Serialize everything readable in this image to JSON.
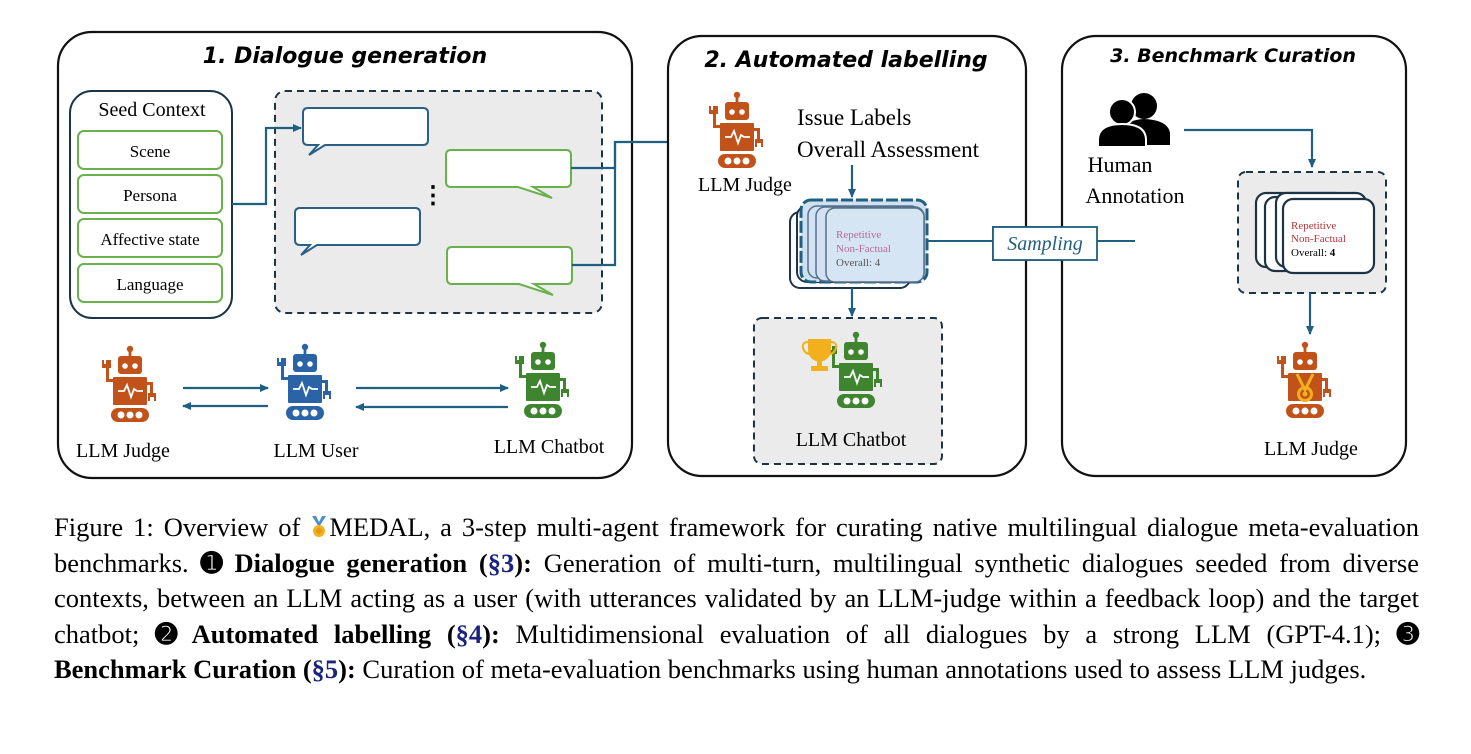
{
  "colors": {
    "accent_line": "#1f5f7f",
    "judge_robot": "#c0521a",
    "user_robot": "#2a63a6",
    "chatbot_robot": "#3f8530",
    "green_border": "#6ab04c",
    "blue_border": "#2a5f86",
    "panel_gray": "#ebebeb",
    "gold": "#f2b01e",
    "label_red": "#b5343a"
  },
  "panels": [
    {
      "title": "1. Dialogue generation",
      "seed_context": {
        "title": "Seed Context",
        "items": [
          "Scene",
          "Persona",
          "Affective state",
          "Language"
        ]
      },
      "dialogue_ellipsis": "⋮",
      "agents": [
        {
          "label": "LLM Judge",
          "icon": "robot-judge-icon"
        },
        {
          "label": "LLM User",
          "icon": "robot-user-icon"
        },
        {
          "label": "LLM Chatbot",
          "icon": "robot-chatbot-icon"
        }
      ]
    },
    {
      "title": "2. Automated labelling",
      "judge_label": "LLM Judge",
      "output_line1": "Issue Labels",
      "output_line2": "Overall Assessment",
      "card": {
        "label1": "Repetitive",
        "label2": "Non-Factual",
        "overall": "Overall:",
        "score": "4"
      },
      "chatbot_label": "LLM Chatbot"
    },
    {
      "title": "3. Benchmark Curation",
      "human_line1": "Human",
      "human_line2": "Annotation",
      "card": {
        "label1": "Repetitive",
        "label2": "Non-Factual",
        "overall": "Overall:",
        "score": "4"
      },
      "judge_label": "LLM Judge"
    }
  ],
  "sampling_label": "Sampling",
  "caption": {
    "fig_label": "Figure 1:",
    "intro_pre": " Overview of ",
    "framework_name": "MEDAL",
    "intro_post": ", a 3-step multi-agent framework for curating native multilingual dialogue meta-evaluation benchmarks. ",
    "step1_num": "➊",
    "step1_title": " Dialogue generation (",
    "step1_ref": "§3",
    "step1_close": "):",
    "step1_text": " Generation of multi-turn, multilingual synthetic dialogues seeded from diverse contexts, between an LLM acting as a user (with utterances validated by an LLM-judge within a feedback loop) and the target chatbot; ",
    "step2_num": "➋",
    "step2_title": " Automated labelling (",
    "step2_ref": "§4",
    "step2_close": "):",
    "step2_text": " Multidimensional evaluation of all dialogues by a strong LLM (GPT-4.1); ",
    "step3_num": "➌",
    "step3_title": " Benchmark Curation (",
    "step3_ref": "§5",
    "step3_close": "):",
    "step3_text": " Curation of meta-evaluation benchmarks using human annotations used to assess LLM judges."
  }
}
